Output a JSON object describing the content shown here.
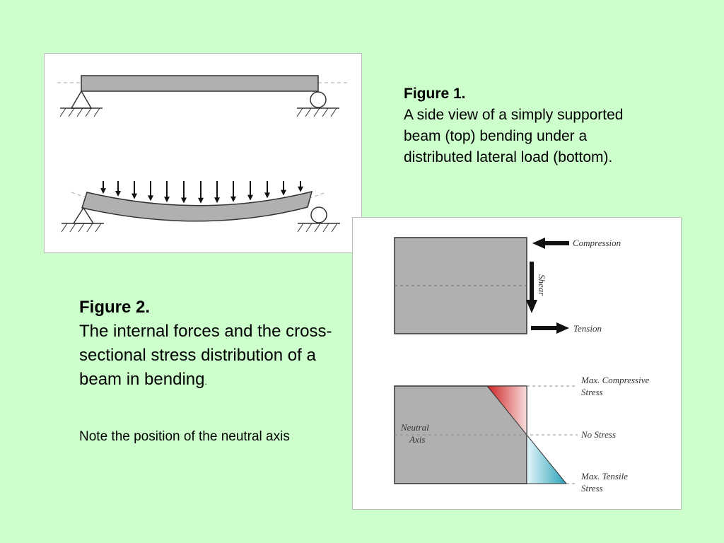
{
  "figure1": {
    "title": "Figure 1.",
    "text": "A side view of a simply supported beam (top) bending under a distributed lateral load (bottom)."
  },
  "figure2": {
    "title": "Figure 2.",
    "text": "The internal forces and the cross-sectional stress distribution of a beam in bending",
    "trailing": ".",
    "note": "Note the position of the neutral axis"
  },
  "diagram_labels": {
    "compression": "Compression",
    "shear": "Shear",
    "tension": "Tension",
    "max_compressive_line1": "Max. Compressive",
    "max_compressive_line2": "Stress",
    "no_stress": "No Stress",
    "max_tensile_line1": "Max. Tensile",
    "max_tensile_line2": "Stress",
    "neutral": "Neutral",
    "axis": "Axis"
  },
  "colors": {
    "background": "#ccffcc",
    "beam_fill": "#b0b0b0",
    "compressive_stress": "#cc2222",
    "tensile_stress": "#2aa0b8"
  }
}
